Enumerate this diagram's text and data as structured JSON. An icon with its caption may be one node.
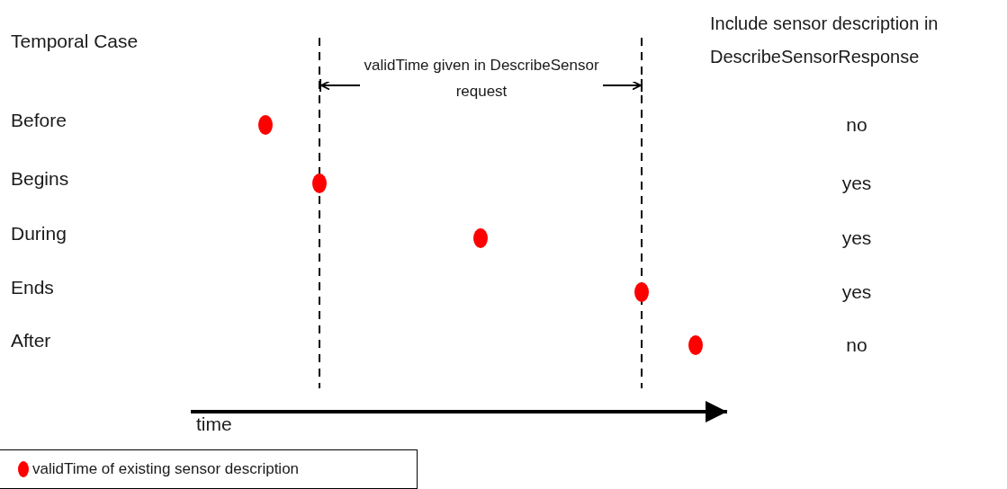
{
  "diagram": {
    "labels": [
      "Temporal Case",
      "Include sensor description in DescribeSensorResponse",
      "validTime given in DescribeSensor request",
      "Before",
      "no",
      "Begins",
      "yes",
      "During",
      "yes",
      "Ends",
      "yes",
      "After",
      "no",
      "time"
    ],
    "legend": [
      {
        "text": "validTime of existing sensor description",
        "color": "#ff0000"
      }
    ]
  }
}
